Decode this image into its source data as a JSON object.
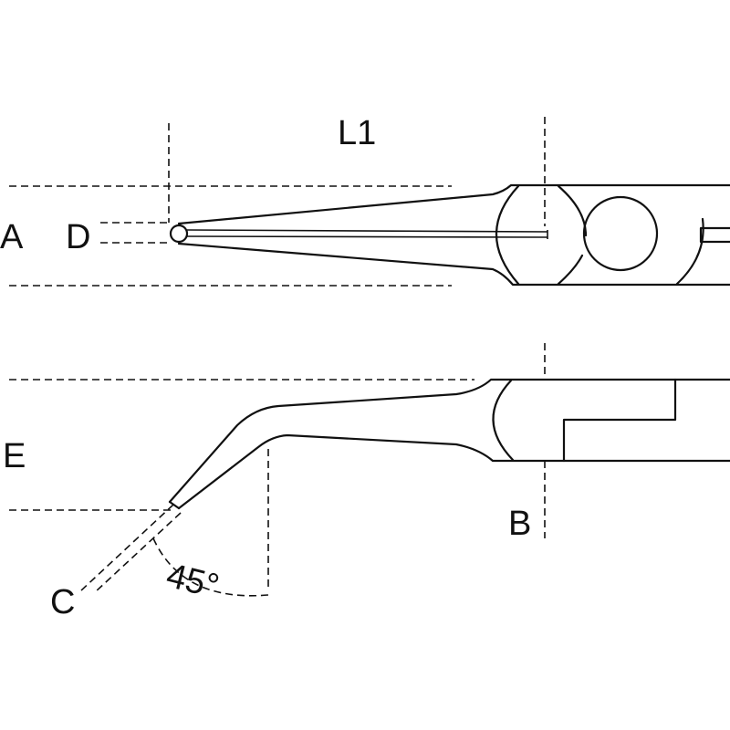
{
  "labels": {
    "l1": "L1",
    "a": "A",
    "d": "D",
    "e": "E",
    "b": "B",
    "c": "C",
    "angle": "45°"
  }
}
